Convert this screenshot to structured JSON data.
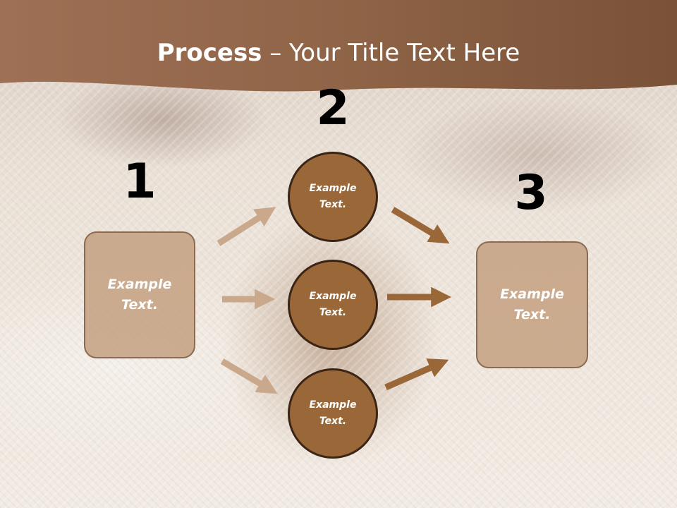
{
  "slide": {
    "title_bold": "Process",
    "title_rest": " – Your Title Text Here",
    "colors": {
      "band": "#8a6248",
      "circle_fill": "#9a6838",
      "circle_border": "#3a2416",
      "box_fill": "#c4a080",
      "arrow_light": "#c9a88c",
      "arrow_dark": "#9a6838"
    }
  },
  "steps": {
    "left": {
      "number": "1",
      "text": "Example\nText."
    },
    "middle": {
      "number": "2",
      "circles": [
        {
          "text": "Example\nText."
        },
        {
          "text": "Example\nText."
        },
        {
          "text": "Example\nText."
        }
      ]
    },
    "right": {
      "number": "3",
      "text": "Example\nText."
    }
  }
}
